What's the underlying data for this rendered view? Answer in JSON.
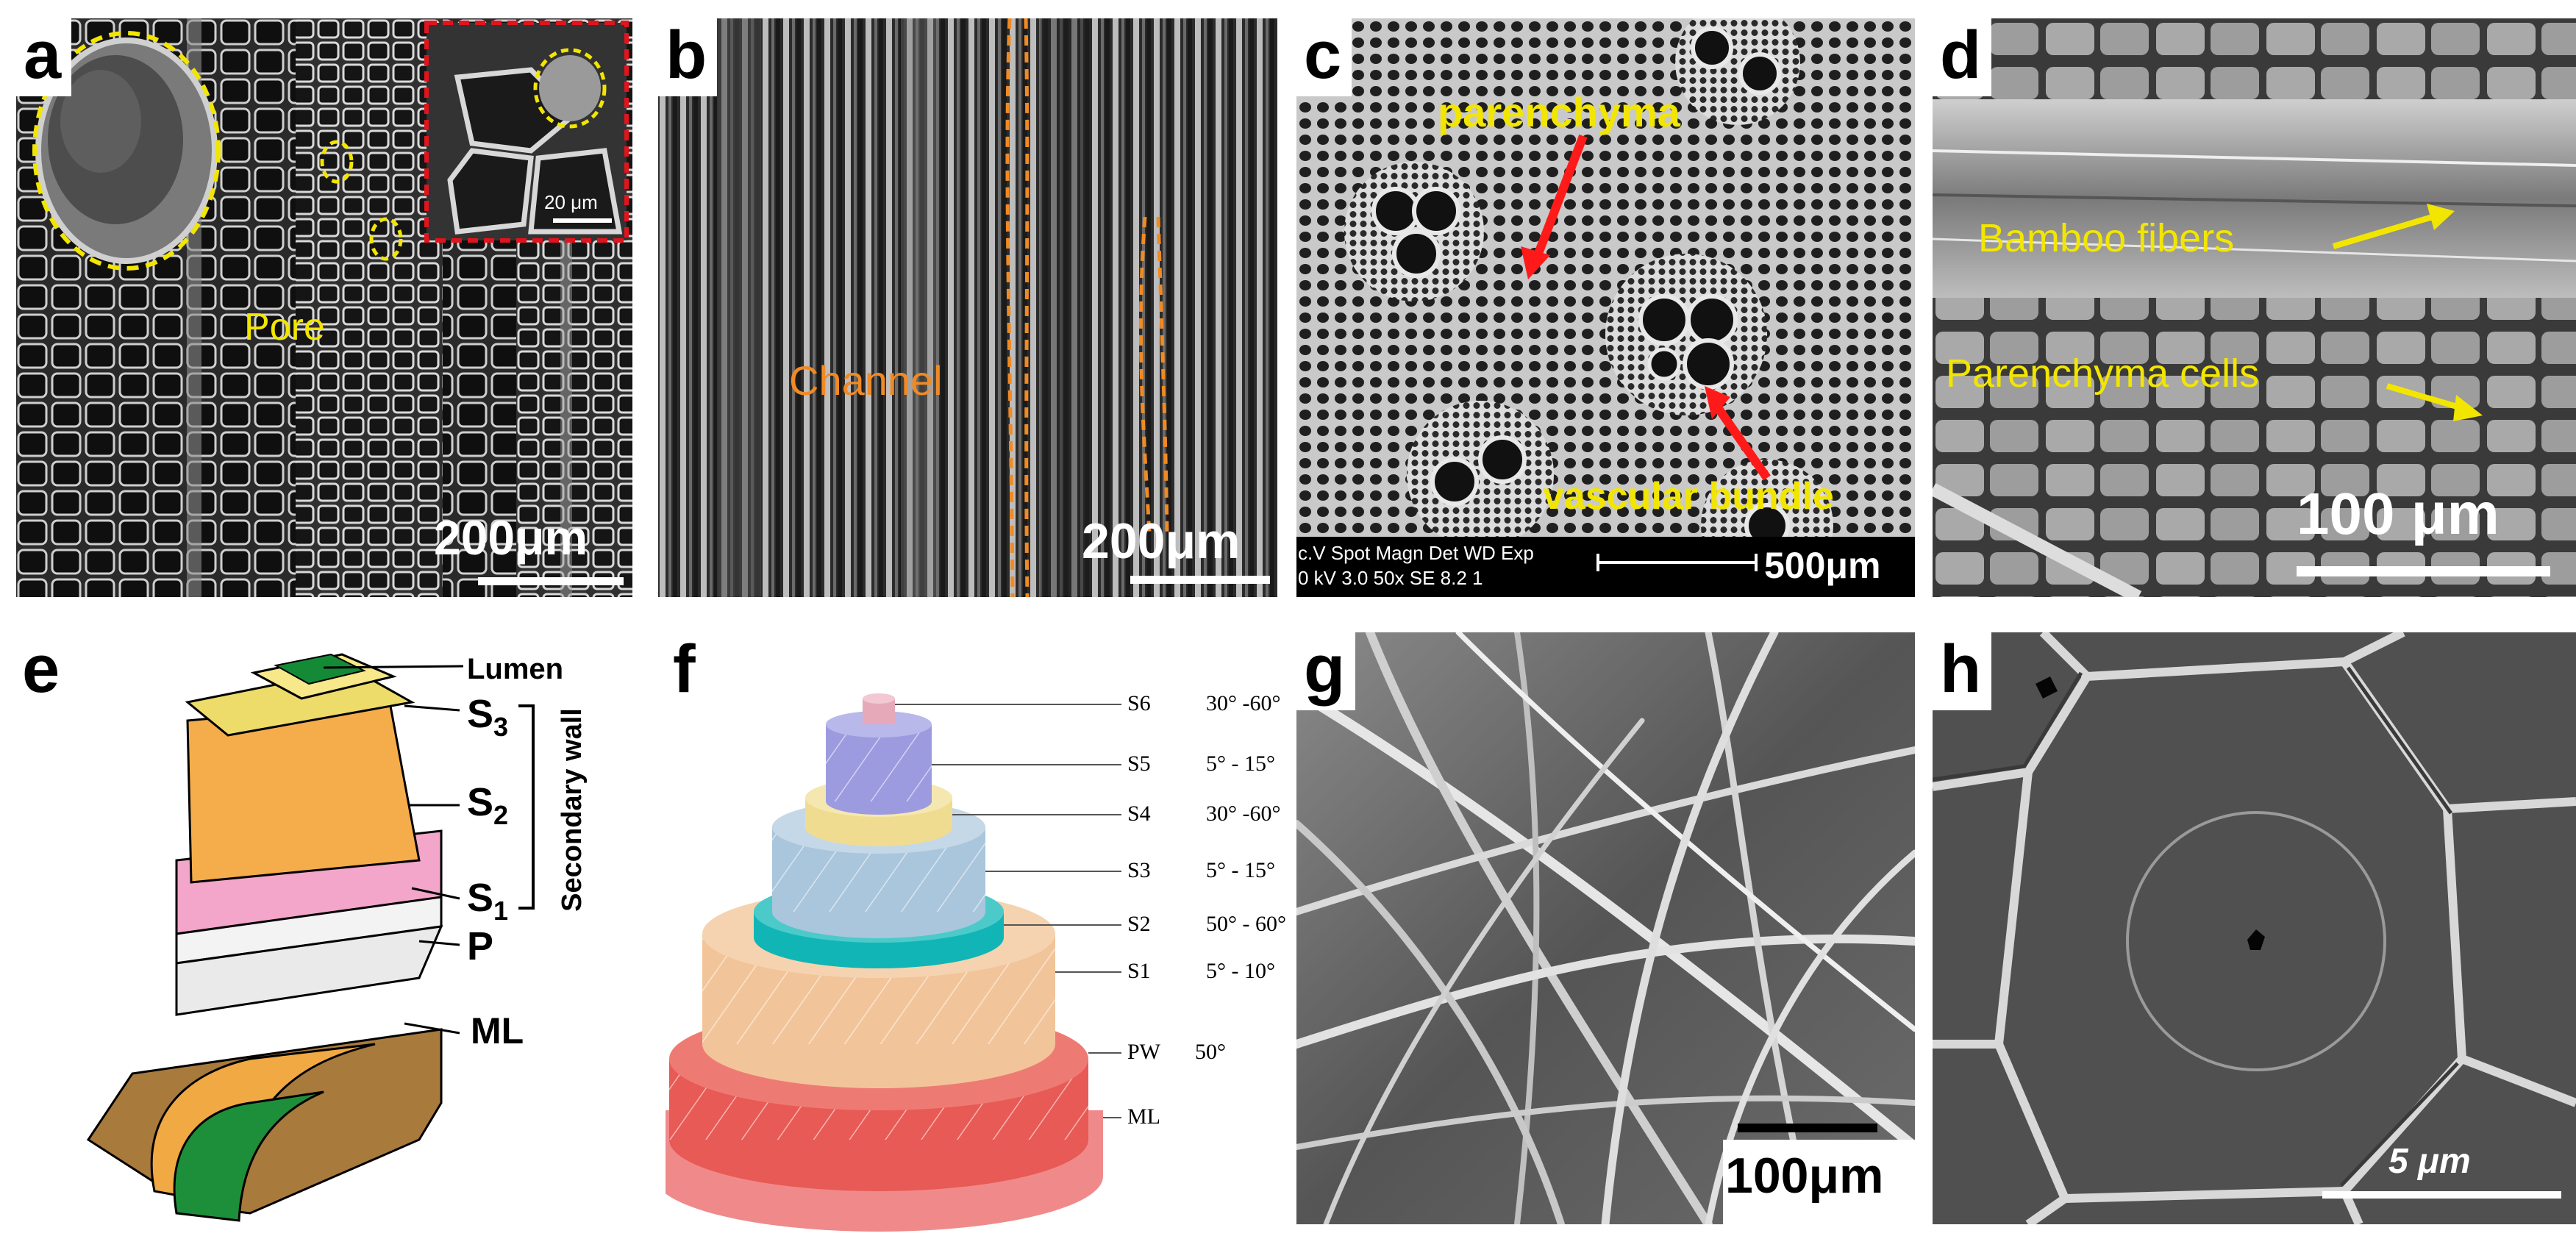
{
  "panels": {
    "a": {
      "label": "a",
      "pore": "Pore",
      "scale": "200μm",
      "inset_scale": "20 μm"
    },
    "b": {
      "label": "b",
      "channel": "Channel",
      "scale": "200μm"
    },
    "c": {
      "label": "c",
      "parenchyma": "parenchyma",
      "vascular": "vascular bundle",
      "meta_line1": "c.V  Spot Magn    Det  WD  Exp",
      "meta_line2": "0 kV 3.0  50x      SE   8.2   1",
      "scale": "500μm"
    },
    "d": {
      "label": "d",
      "fibers": "Bamboo fibers",
      "parenchyma": "Parenchyma cells",
      "scale": "100 μm"
    },
    "e": {
      "label": "e",
      "lumen": "Lumen",
      "s3": "S",
      "s3_sub": "3",
      "s2": "S",
      "s2_sub": "2",
      "s1": "S",
      "s1_sub": "1",
      "p": "P",
      "ml": "ML",
      "secondary_wall": "Secondary wall"
    },
    "f": {
      "label": "f",
      "layers": [
        {
          "name": "S6",
          "angle": "30° -60°"
        },
        {
          "name": "S5",
          "angle": "5° - 15°"
        },
        {
          "name": "S4",
          "angle": "30° -60°"
        },
        {
          "name": "S3",
          "angle": "5° - 15°"
        },
        {
          "name": "S2",
          "angle": "50° - 60°"
        },
        {
          "name": "S1",
          "angle": "5° - 10°"
        },
        {
          "name": "PW",
          "angle": "50°"
        },
        {
          "name": "ML",
          "angle": ""
        }
      ]
    },
    "g": {
      "label": "g",
      "scale": "100μm"
    },
    "h": {
      "label": "h",
      "scale": "5 μm"
    }
  },
  "colors": {
    "yellow_annotation": "#f2e600",
    "orange_annotation": "#f08a24",
    "red_arrow": "#ff1a1a",
    "inset_border": "#e0141e",
    "f_ml": "#f08a8a",
    "f_pw": "#e85a55",
    "f_s1": "#f2c49a",
    "f_s2": "#12b5b5",
    "f_s3": "#aac6dc",
    "f_s4": "#f0dc90",
    "f_s5": "#9d9bdf",
    "f_s6": "#e6a9b9"
  }
}
